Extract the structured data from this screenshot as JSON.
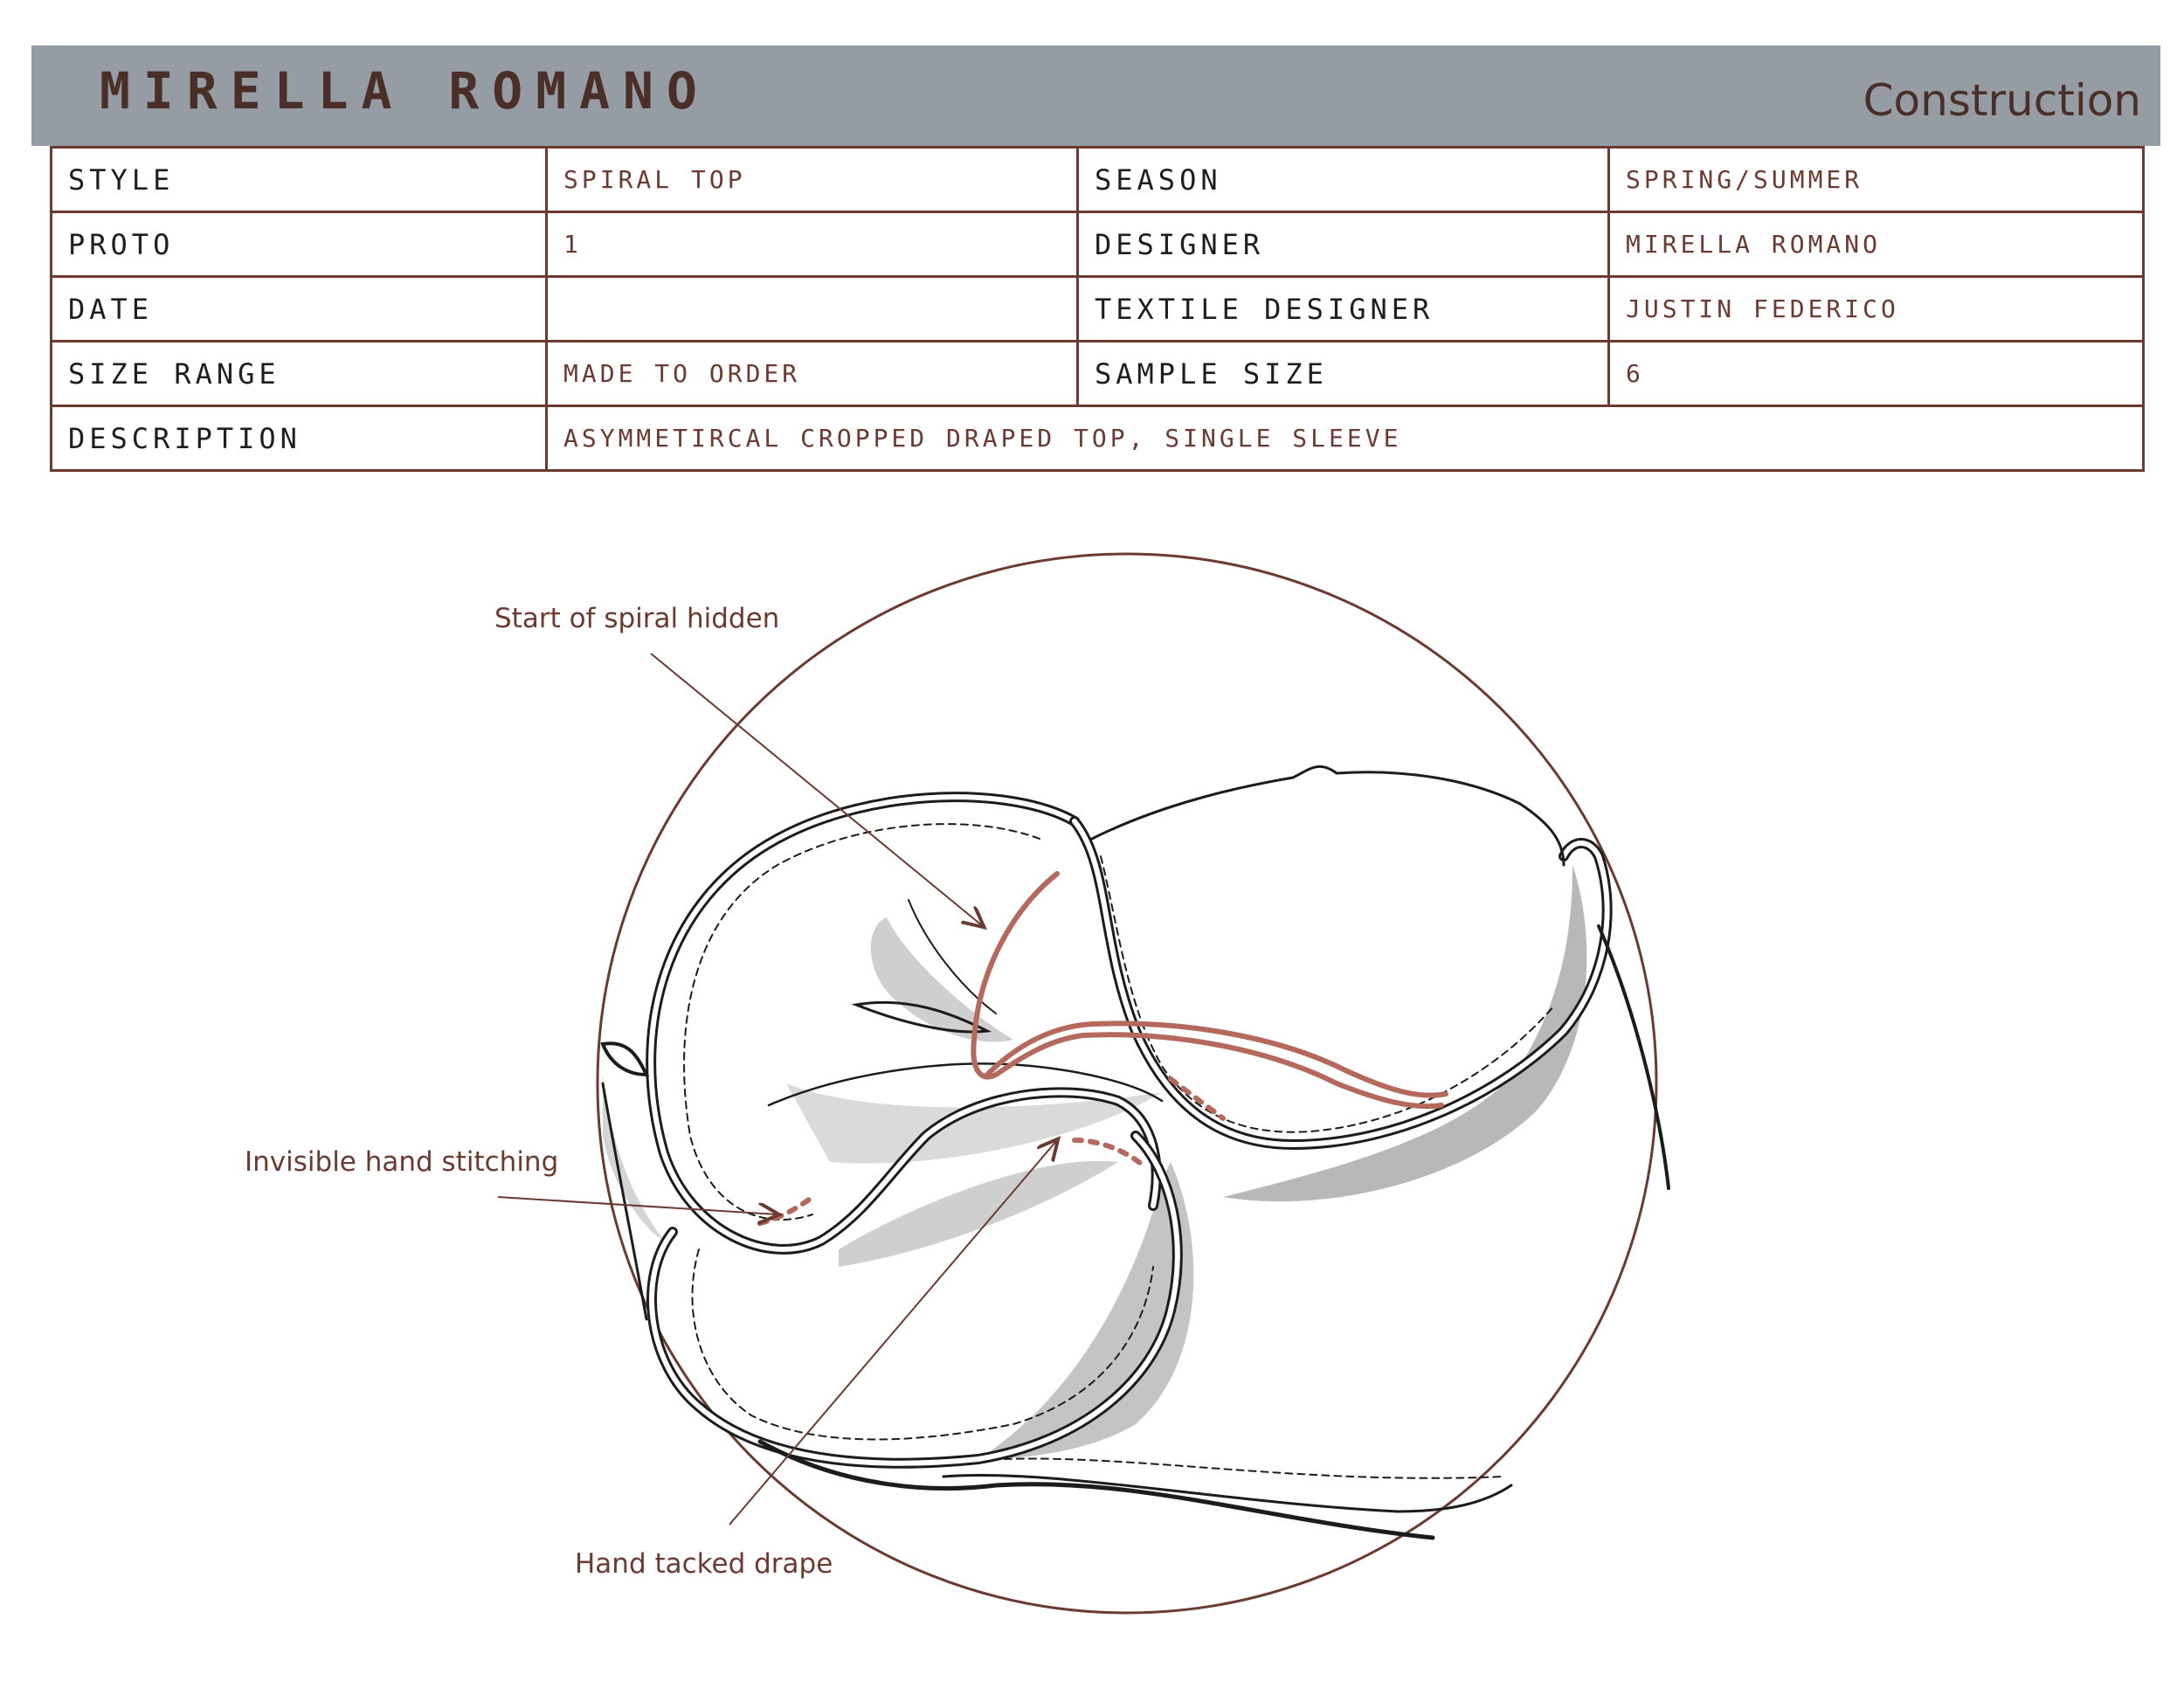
{
  "header": {
    "brand": "MIRELLA ROMANO",
    "section": "Construction"
  },
  "spec": {
    "style_label": "STYLE",
    "style_value": "SPIRAL TOP",
    "season_label": "SEASON",
    "season_value": "SPRING/SUMMER",
    "proto_label": "PROTO",
    "proto_value": "1",
    "designer_label": "DESIGNER",
    "designer_value": "MIRELLA ROMANO",
    "date_label": "DATE",
    "date_value": "",
    "textile_label": "TEXTILE DESIGNER",
    "textile_value": "JUSTIN FEDERICO",
    "size_range_label": "SIZE RANGE",
    "size_range_value": "MADE TO ORDER",
    "sample_size_label": "SAMPLE SIZE",
    "sample_size_value": "6",
    "description_label": "DESCRIPTION",
    "description_value": "ASYMMETIRCAL CROPPED DRAPED TOP, SINGLE SLEEVE"
  },
  "callouts": {
    "spiral": "Start of spiral hidden",
    "stitching": "Invisible hand stitching",
    "drape": "Hand tacked drape"
  },
  "colors": {
    "header_bar": "#959ca3",
    "brand_text": "#4a2e28",
    "accent": "#6b3a30",
    "stitch_red": "#b5695c"
  }
}
